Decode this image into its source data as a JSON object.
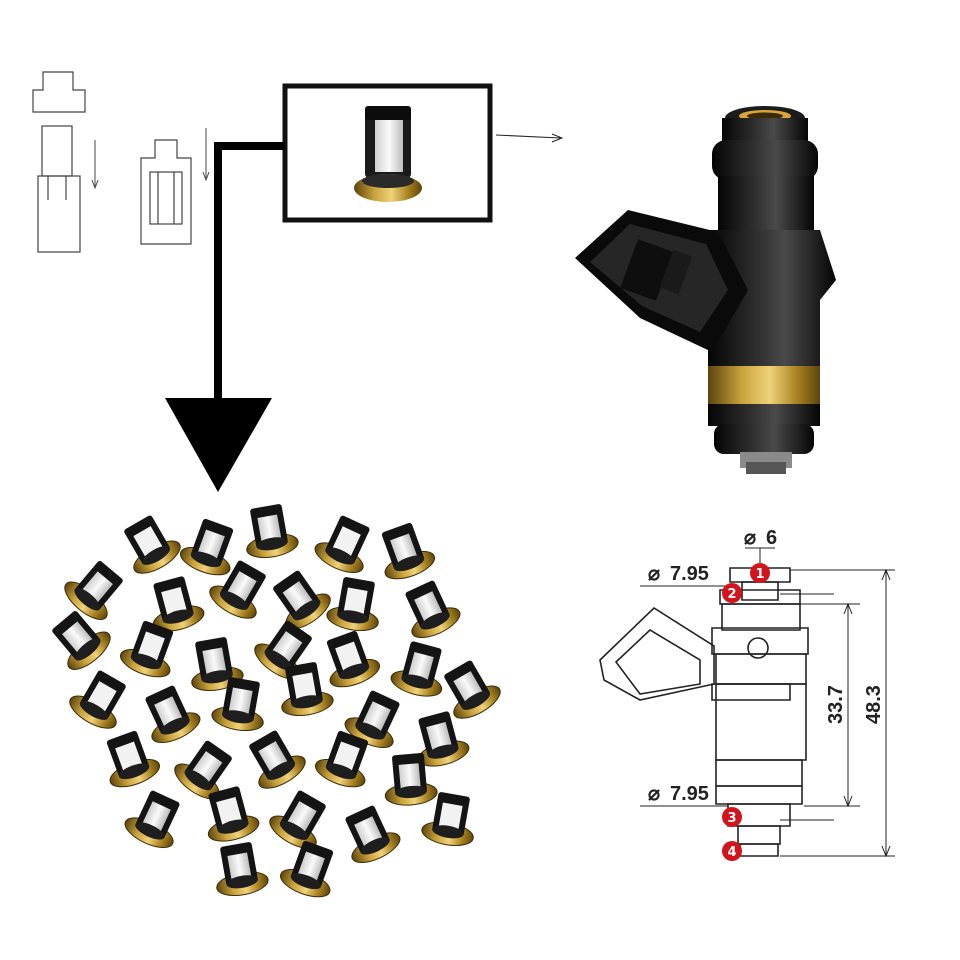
{
  "colors": {
    "ink": "#111111",
    "brass": "#b8922e",
    "brass_dark": "#6e5414",
    "mesh": "#e6e6e6",
    "injector_body": "#121212",
    "badge": "#d2141c"
  },
  "dimensions": {
    "top_diameter": "6",
    "upper_oring_diameter": "7.95",
    "lower_oring_diameter": "7.95",
    "body_length": "33.7",
    "overall_length": "48.3"
  },
  "markers": [
    "1",
    "2",
    "3",
    "4"
  ],
  "icons": [
    "diameter-symbol",
    "down-arrow-icon",
    "right-arrow-icon"
  ]
}
